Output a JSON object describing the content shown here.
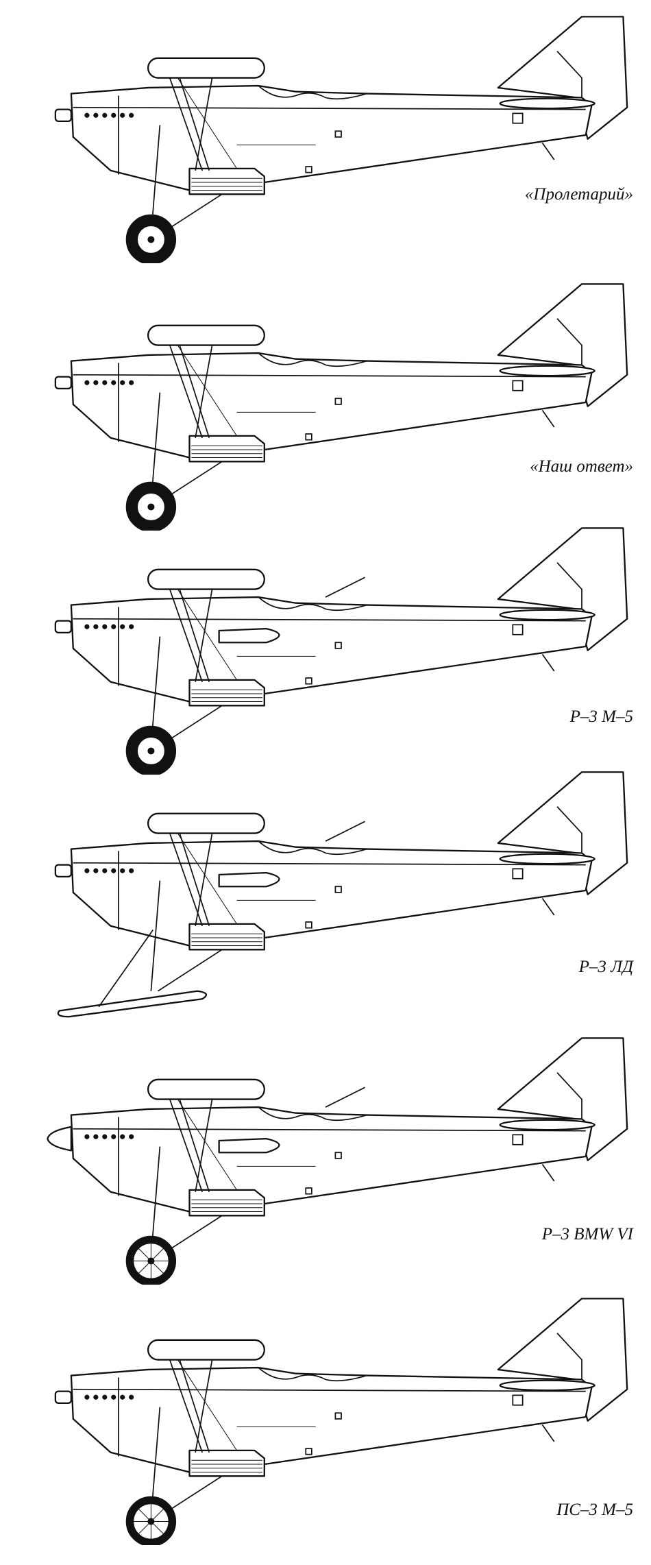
{
  "aircraft": [
    {
      "caption": "«Пролетарий»",
      "wheel": "solid",
      "nose": "flat",
      "gun": false
    },
    {
      "caption": "«Наш ответ»",
      "wheel": "solid",
      "nose": "hub",
      "gun": false
    },
    {
      "caption": "Р–3 М–5",
      "wheel": "solid",
      "nose": "hub",
      "gun": true
    },
    {
      "caption": "Р–3 ЛД",
      "wheel": "ski",
      "nose": "hub",
      "gun": true
    },
    {
      "caption": "Р–3 BMW VI",
      "wheel": "spoked",
      "nose": "spinner",
      "gun": true
    },
    {
      "caption": "ПС–3 М–5",
      "wheel": "spoked",
      "nose": "hub",
      "gun": false
    }
  ]
}
